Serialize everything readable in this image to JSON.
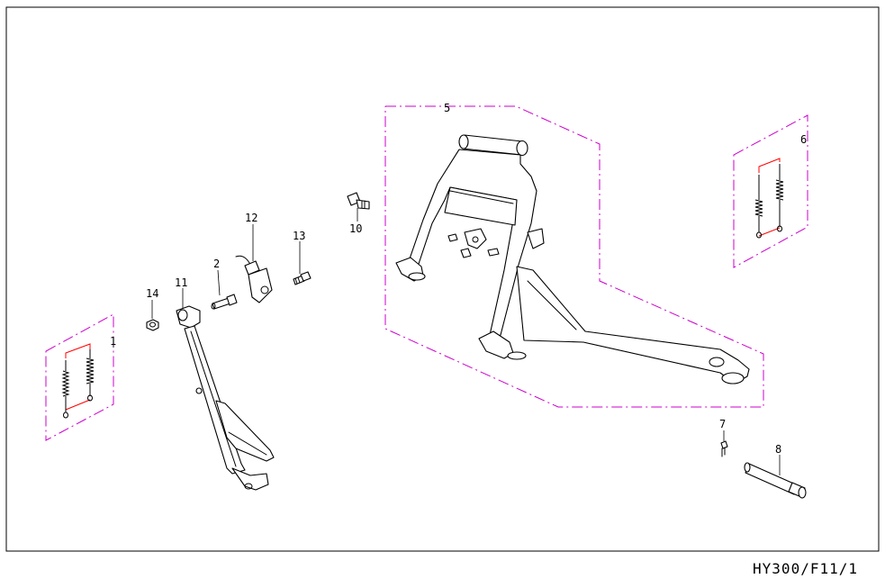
{
  "diagram": {
    "drawing_code": "HY300/F11/1",
    "callouts": {
      "p1": "1",
      "p2": "2",
      "p5": "5",
      "p6": "6",
      "p7": "7",
      "p8": "8",
      "p10": "10",
      "p11": "11",
      "p12": "12",
      "p13": "13",
      "p14": "14"
    },
    "colors": {
      "line": "#000000",
      "assembly_outline": "#cc00cc",
      "spring_group_outline": "#ff0000",
      "background": "#ffffff"
    }
  }
}
